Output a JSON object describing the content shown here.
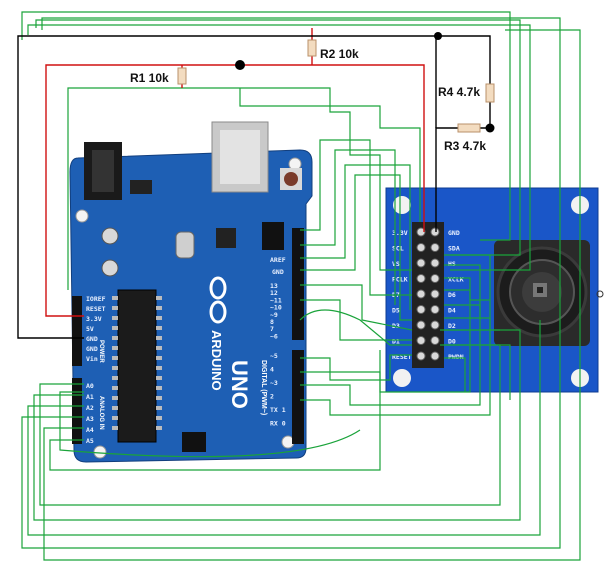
{
  "colors": {
    "wire_green": "#1aa33a",
    "wire_red": "#d01010",
    "wire_black": "#000000",
    "board_blue": "#1e5fb4",
    "camera_blue": "#1a56c8",
    "resistor_body": "#f3dcc0"
  },
  "resistors": {
    "r1": "R1 10k",
    "r2": "R2 10k",
    "r3": "R3 4.7k",
    "r4": "R4 4.7k"
  },
  "arduino": {
    "brand": "ARDUINO",
    "model": "UNO",
    "digital_label": "DIGITAL (PWM~)",
    "power_label": "POWER",
    "analog_label": "ANALOG IN",
    "aref": "AREF",
    "gnd_top": "GND",
    "power_pins": [
      "IOREF",
      "RESET",
      "3.3V",
      "5V",
      "GND",
      "GND",
      "Vin"
    ],
    "analog_pins": [
      "A0",
      "A1",
      "A2",
      "A3",
      "A4",
      "A5"
    ],
    "digital_pins": [
      "13",
      "12",
      "~11",
      "~10",
      "~9",
      "8",
      "7",
      "~6",
      "~5",
      "4",
      "~3",
      "2",
      "TX 1",
      "RX 0"
    ]
  },
  "camera": {
    "left_pins": [
      "3.3V",
      "SCL",
      "VS",
      "PCLK",
      "D7",
      "D5",
      "D3",
      "D1",
      "RESET"
    ],
    "right_pins": [
      "GND",
      "SDA",
      "HS",
      "XCLK",
      "D6",
      "D4",
      "D2",
      "D0",
      "PWDN"
    ]
  }
}
